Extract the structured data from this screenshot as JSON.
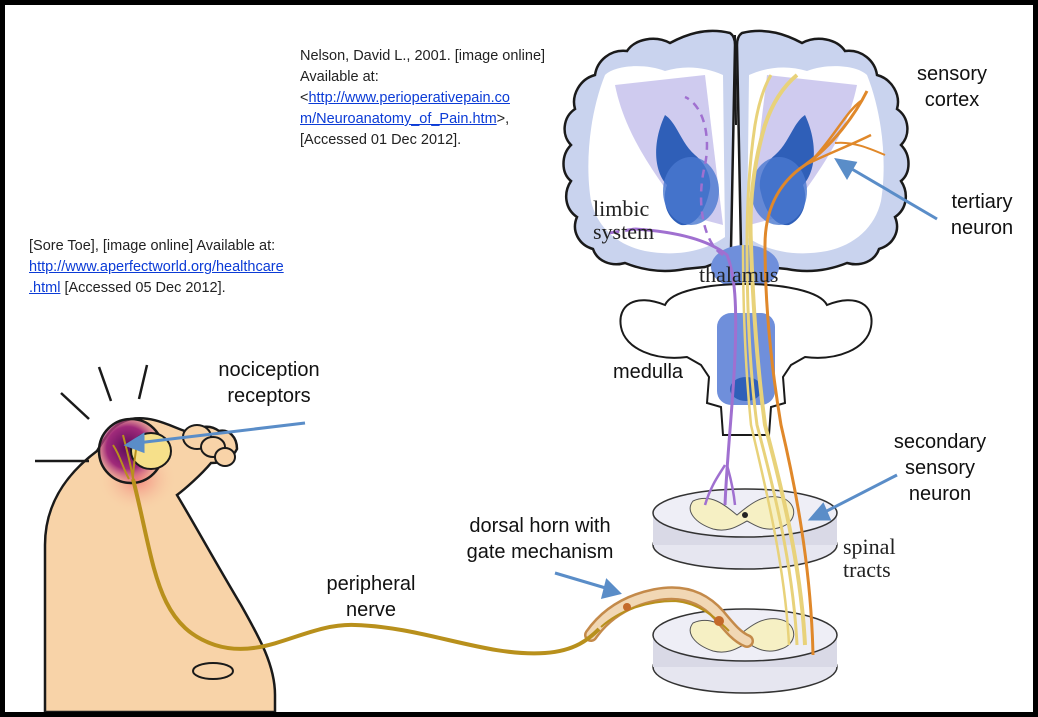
{
  "citations": {
    "nelson": {
      "prefix": "Nelson, David L., 2001. [image online] Available at:",
      "open_bracket": "<",
      "link": "http://www.perioperativepain.com/Neuroanatomy_of_Pain.htm",
      "link_line1": "http://www.perioperativepain.co",
      "link_line2": "m/Neuroanatomy_of_Pain.htm",
      "suffix": ">,",
      "accessed": "[Accessed 01 Dec 2012]."
    },
    "sore_toe": {
      "prefix": "[Sore Toe], [image online] Available at:",
      "link_line1": "http://www.aperfectworld.org/healthcare",
      "link_line2": ".html",
      "accessed": "[Accessed 05 Dec 2012]."
    }
  },
  "labels": {
    "sensory_cortex": "sensory cortex",
    "tertiary_neuron": "tertiary neuron",
    "limbic_system": "limbic system",
    "thalamus": "thalamus",
    "medulla": "medulla",
    "nociception_receptors": "nociception receptors",
    "secondary_sensory_neuron": "secondary sensory neuron",
    "dorsal_horn": "dorsal horn with gate mechanism",
    "spinal_tracts": "spinal tracts",
    "peripheral_nerve": "peripheral nerve"
  },
  "colors": {
    "brain_outline": "#1a1a1a",
    "cortex_blue": "#c9d3ee",
    "deep_blue": "#2f5fb8",
    "purple_light": "#c7c2ec",
    "nerve_gold": "#b8901c",
    "orange_tract": "#e0882a",
    "yellow_tract": "#e8d27a",
    "pain_purple": "#7a1a6e",
    "skin": "#f8d3a8",
    "arrow_blue": "#5a8dc8"
  }
}
